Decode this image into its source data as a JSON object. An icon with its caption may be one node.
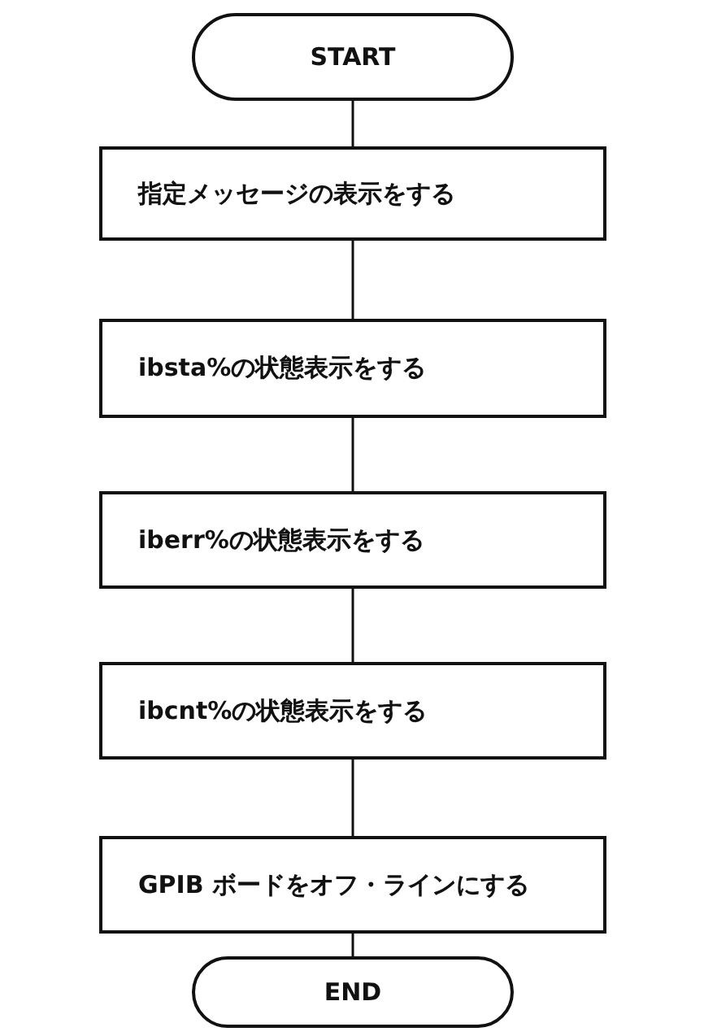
{
  "diagram": {
    "nodes": [
      {
        "text": [
          "START"
        ]
      },
      {
        "text": [
          "指定メッセージの表示をする"
        ]
      },
      {
        "text": [
          "ibsta%の状態表示をする"
        ]
      },
      {
        "text": [
          "iberr%の状態表示をする"
        ]
      },
      {
        "text": [
          "ibcnt%の状態表示をする"
        ]
      },
      {
        "text": [
          "GPIB ボードをオフ・ラインにする"
        ]
      },
      {
        "text": [
          "END"
        ]
      }
    ],
    "edges": [
      {
        "from": 0,
        "to": 1,
        "arrow": "none"
      },
      {
        "from": 1,
        "to": 2,
        "arrow": "none"
      },
      {
        "from": 2,
        "to": 3,
        "arrow": "none"
      },
      {
        "from": 3,
        "to": 4,
        "arrow": "none"
      },
      {
        "from": 4,
        "to": 5,
        "arrow": "none"
      },
      {
        "from": 5,
        "to": 6,
        "arrow": "none"
      }
    ]
  }
}
